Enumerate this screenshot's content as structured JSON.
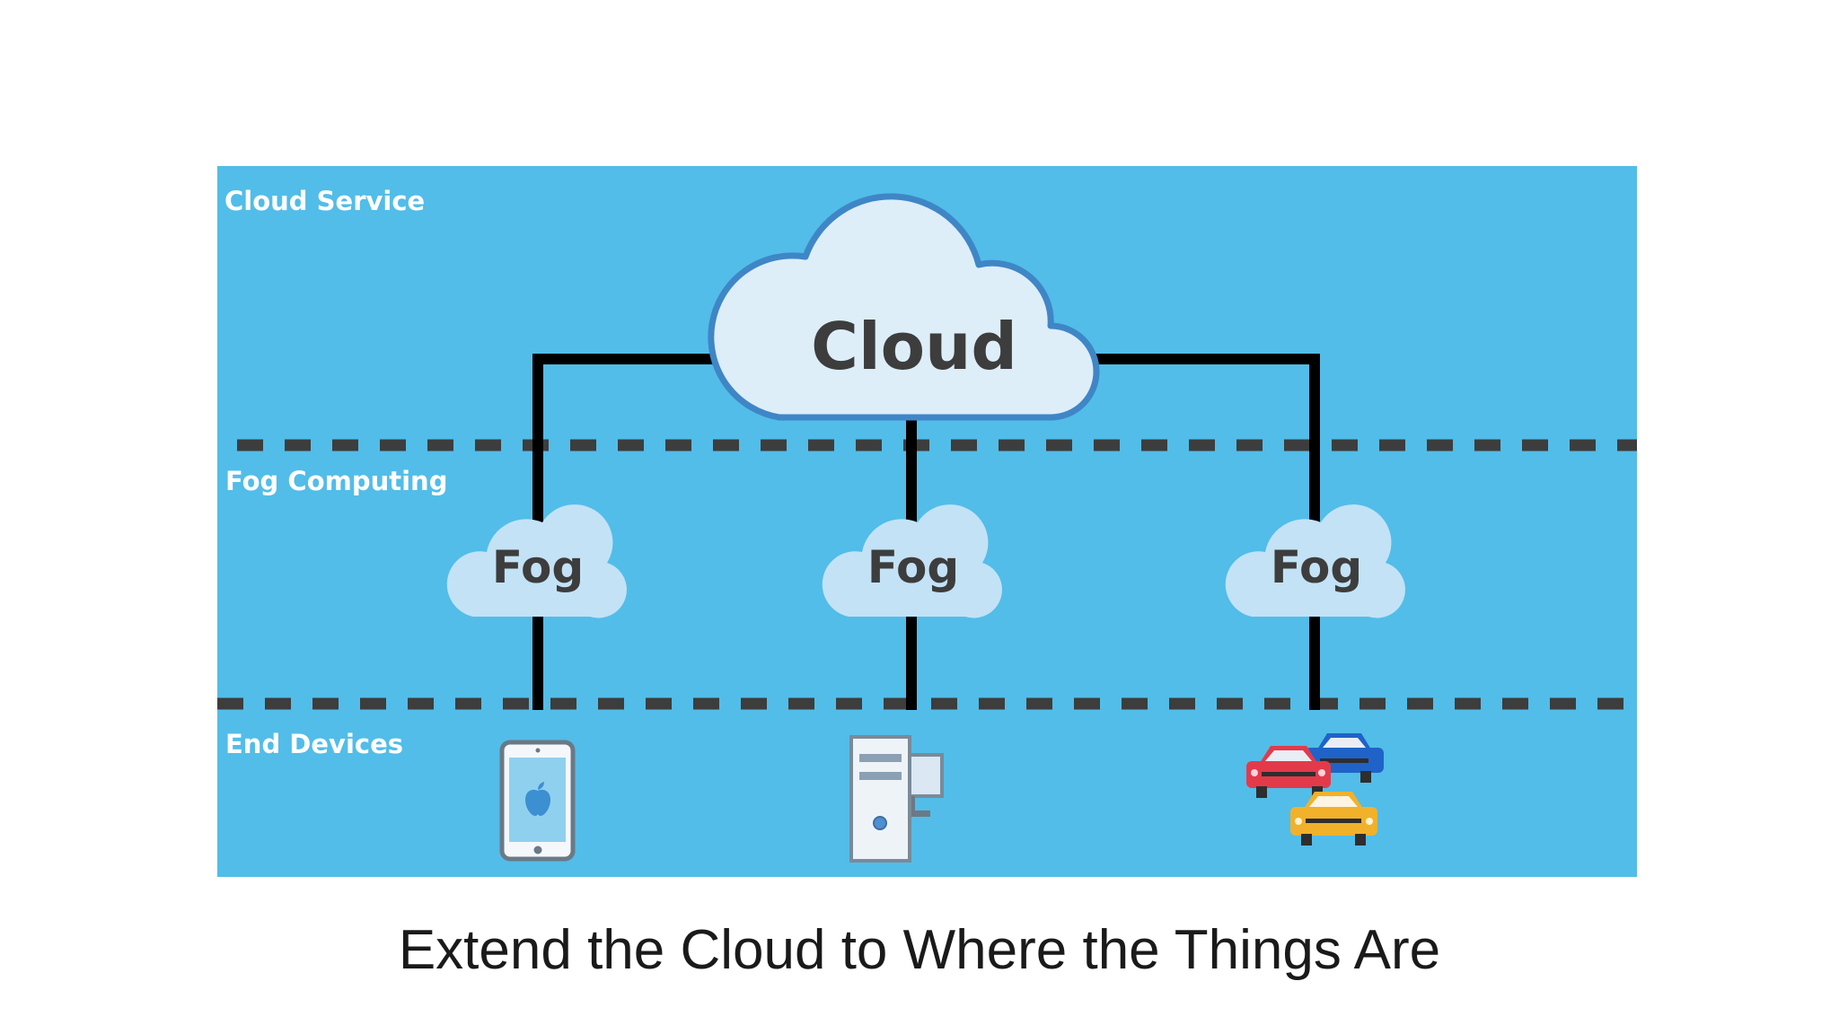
{
  "diagram": {
    "background_color": "#52bde8",
    "layers": {
      "cloud_service": "Cloud Service",
      "fog_computing": "Fog Computing",
      "end_devices": "End Devices"
    },
    "cloud": {
      "label": "Cloud",
      "fill": "#ddeef9",
      "stroke": "#3f86c6"
    },
    "fog_nodes": [
      {
        "label": "Fog"
      },
      {
        "label": "Fog"
      },
      {
        "label": "Fog"
      }
    ],
    "devices": [
      {
        "icon": "smartphone-icon"
      },
      {
        "icon": "desktop-computer-icon"
      },
      {
        "icon": "cars-icon"
      }
    ],
    "connector_color": "#000000",
    "divider_color": "#3d3d3d"
  },
  "caption": "Extend the Cloud to Where the Things Are"
}
